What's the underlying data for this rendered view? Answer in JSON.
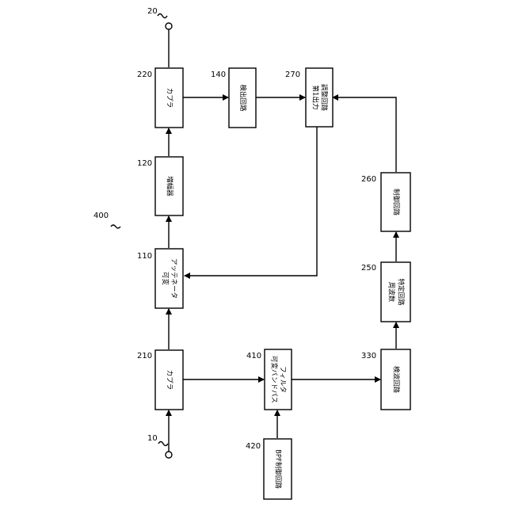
{
  "figure_label": "400",
  "terminals": {
    "input": "10",
    "output": "20"
  },
  "blocks": {
    "coupler_in": {
      "ref": "210",
      "lines": [
        "カプラ"
      ]
    },
    "coupler_out": {
      "ref": "220",
      "lines": [
        "カプラ"
      ]
    },
    "variable_attenuator": {
      "ref": "110",
      "lines": [
        "可変",
        "アッテネータ"
      ]
    },
    "amplifier": {
      "ref": "120",
      "lines": [
        "増幅器"
      ]
    },
    "detector": {
      "ref": "140",
      "lines": [
        "検出回路"
      ]
    },
    "first_output_adjust": {
      "ref": "270",
      "lines": [
        "第1出力",
        "調整回路"
      ]
    },
    "variable_bpf": {
      "ref": "410",
      "lines": [
        "可変バンドパス",
        "フィルタ"
      ]
    },
    "bpf_control": {
      "ref": "420",
      "lines": [
        "BPF制御回路"
      ]
    },
    "wave_detector": {
      "ref": "330",
      "lines": [
        "検波回路"
      ]
    },
    "frequency_identify": {
      "ref": "250",
      "lines": [
        "周波数",
        "特定回路"
      ]
    },
    "control": {
      "ref": "260",
      "lines": [
        "制御回路"
      ]
    }
  }
}
